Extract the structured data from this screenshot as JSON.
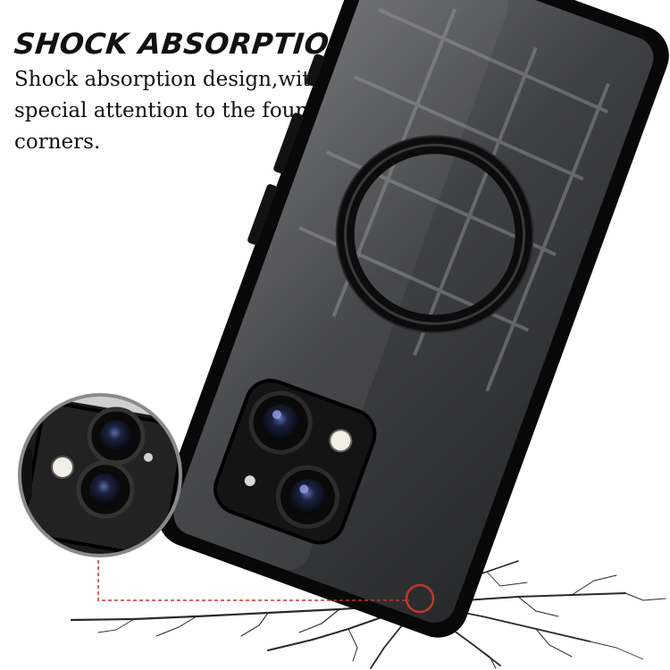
{
  "headline": "SHOCK ABSORPTION",
  "description": {
    "line1": "Shock absorption design,with",
    "line2": "special attention to the four",
    "line3": "corners."
  },
  "colors": {
    "text": "#111111",
    "case_frame": "#0b0b0b",
    "back_glass": "#3a3b3e",
    "callout_line": "#c0392b"
  },
  "icons": [
    "magsafe-ring-icon",
    "camera-lens-icon",
    "flash-icon",
    "microphone-icon"
  ]
}
